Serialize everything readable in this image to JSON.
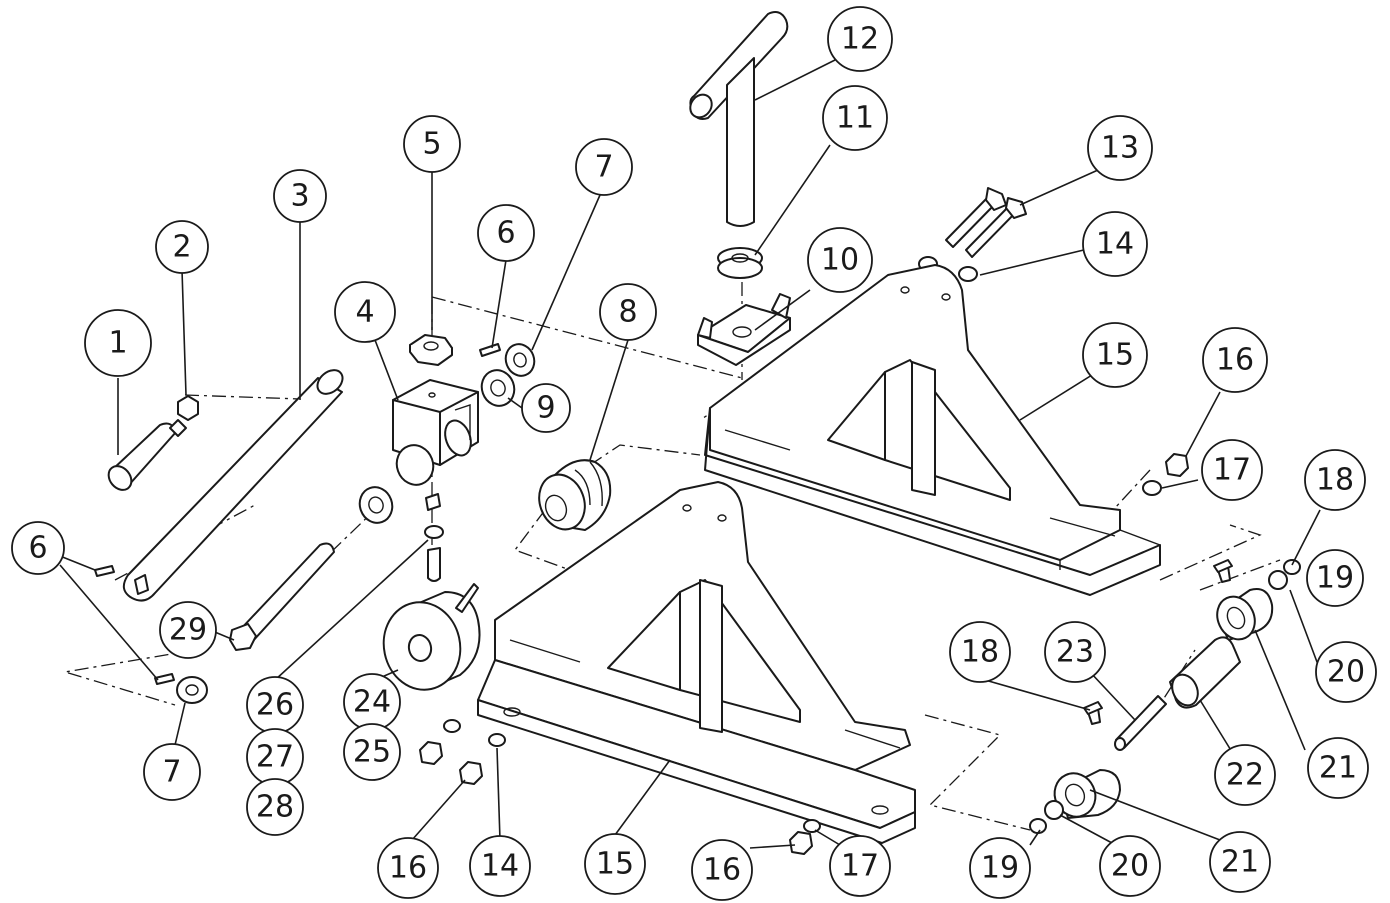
{
  "callouts": [
    {
      "id": "c1",
      "label": "1"
    },
    {
      "id": "c2",
      "label": "2"
    },
    {
      "id": "c3",
      "label": "3"
    },
    {
      "id": "c4",
      "label": "4"
    },
    {
      "id": "c5",
      "label": "5"
    },
    {
      "id": "c6a",
      "label": "6"
    },
    {
      "id": "c6b",
      "label": "6"
    },
    {
      "id": "c7a",
      "label": "7"
    },
    {
      "id": "c7b",
      "label": "7"
    },
    {
      "id": "c8",
      "label": "8"
    },
    {
      "id": "c9",
      "label": "9"
    },
    {
      "id": "c10",
      "label": "10"
    },
    {
      "id": "c11",
      "label": "11"
    },
    {
      "id": "c12",
      "label": "12"
    },
    {
      "id": "c13",
      "label": "13"
    },
    {
      "id": "c14a",
      "label": "14"
    },
    {
      "id": "c14b",
      "label": "14"
    },
    {
      "id": "c15a",
      "label": "15"
    },
    {
      "id": "c15b",
      "label": "15"
    },
    {
      "id": "c16a",
      "label": "16"
    },
    {
      "id": "c16b",
      "label": "16"
    },
    {
      "id": "c16c",
      "label": "16"
    },
    {
      "id": "c17a",
      "label": "17"
    },
    {
      "id": "c17b",
      "label": "17"
    },
    {
      "id": "c18a",
      "label": "18"
    },
    {
      "id": "c18b",
      "label": "18"
    },
    {
      "id": "c19a",
      "label": "19"
    },
    {
      "id": "c19b",
      "label": "19"
    },
    {
      "id": "c20a",
      "label": "20"
    },
    {
      "id": "c20b",
      "label": "20"
    },
    {
      "id": "c21a",
      "label": "21"
    },
    {
      "id": "c21b",
      "label": "21"
    },
    {
      "id": "c22",
      "label": "22"
    },
    {
      "id": "c23",
      "label": "23"
    },
    {
      "id": "c24",
      "label": "24"
    },
    {
      "id": "c25",
      "label": "25"
    },
    {
      "id": "c26",
      "label": "26"
    },
    {
      "id": "c27",
      "label": "27"
    },
    {
      "id": "c28",
      "label": "28"
    },
    {
      "id": "c29",
      "label": "29"
    }
  ]
}
